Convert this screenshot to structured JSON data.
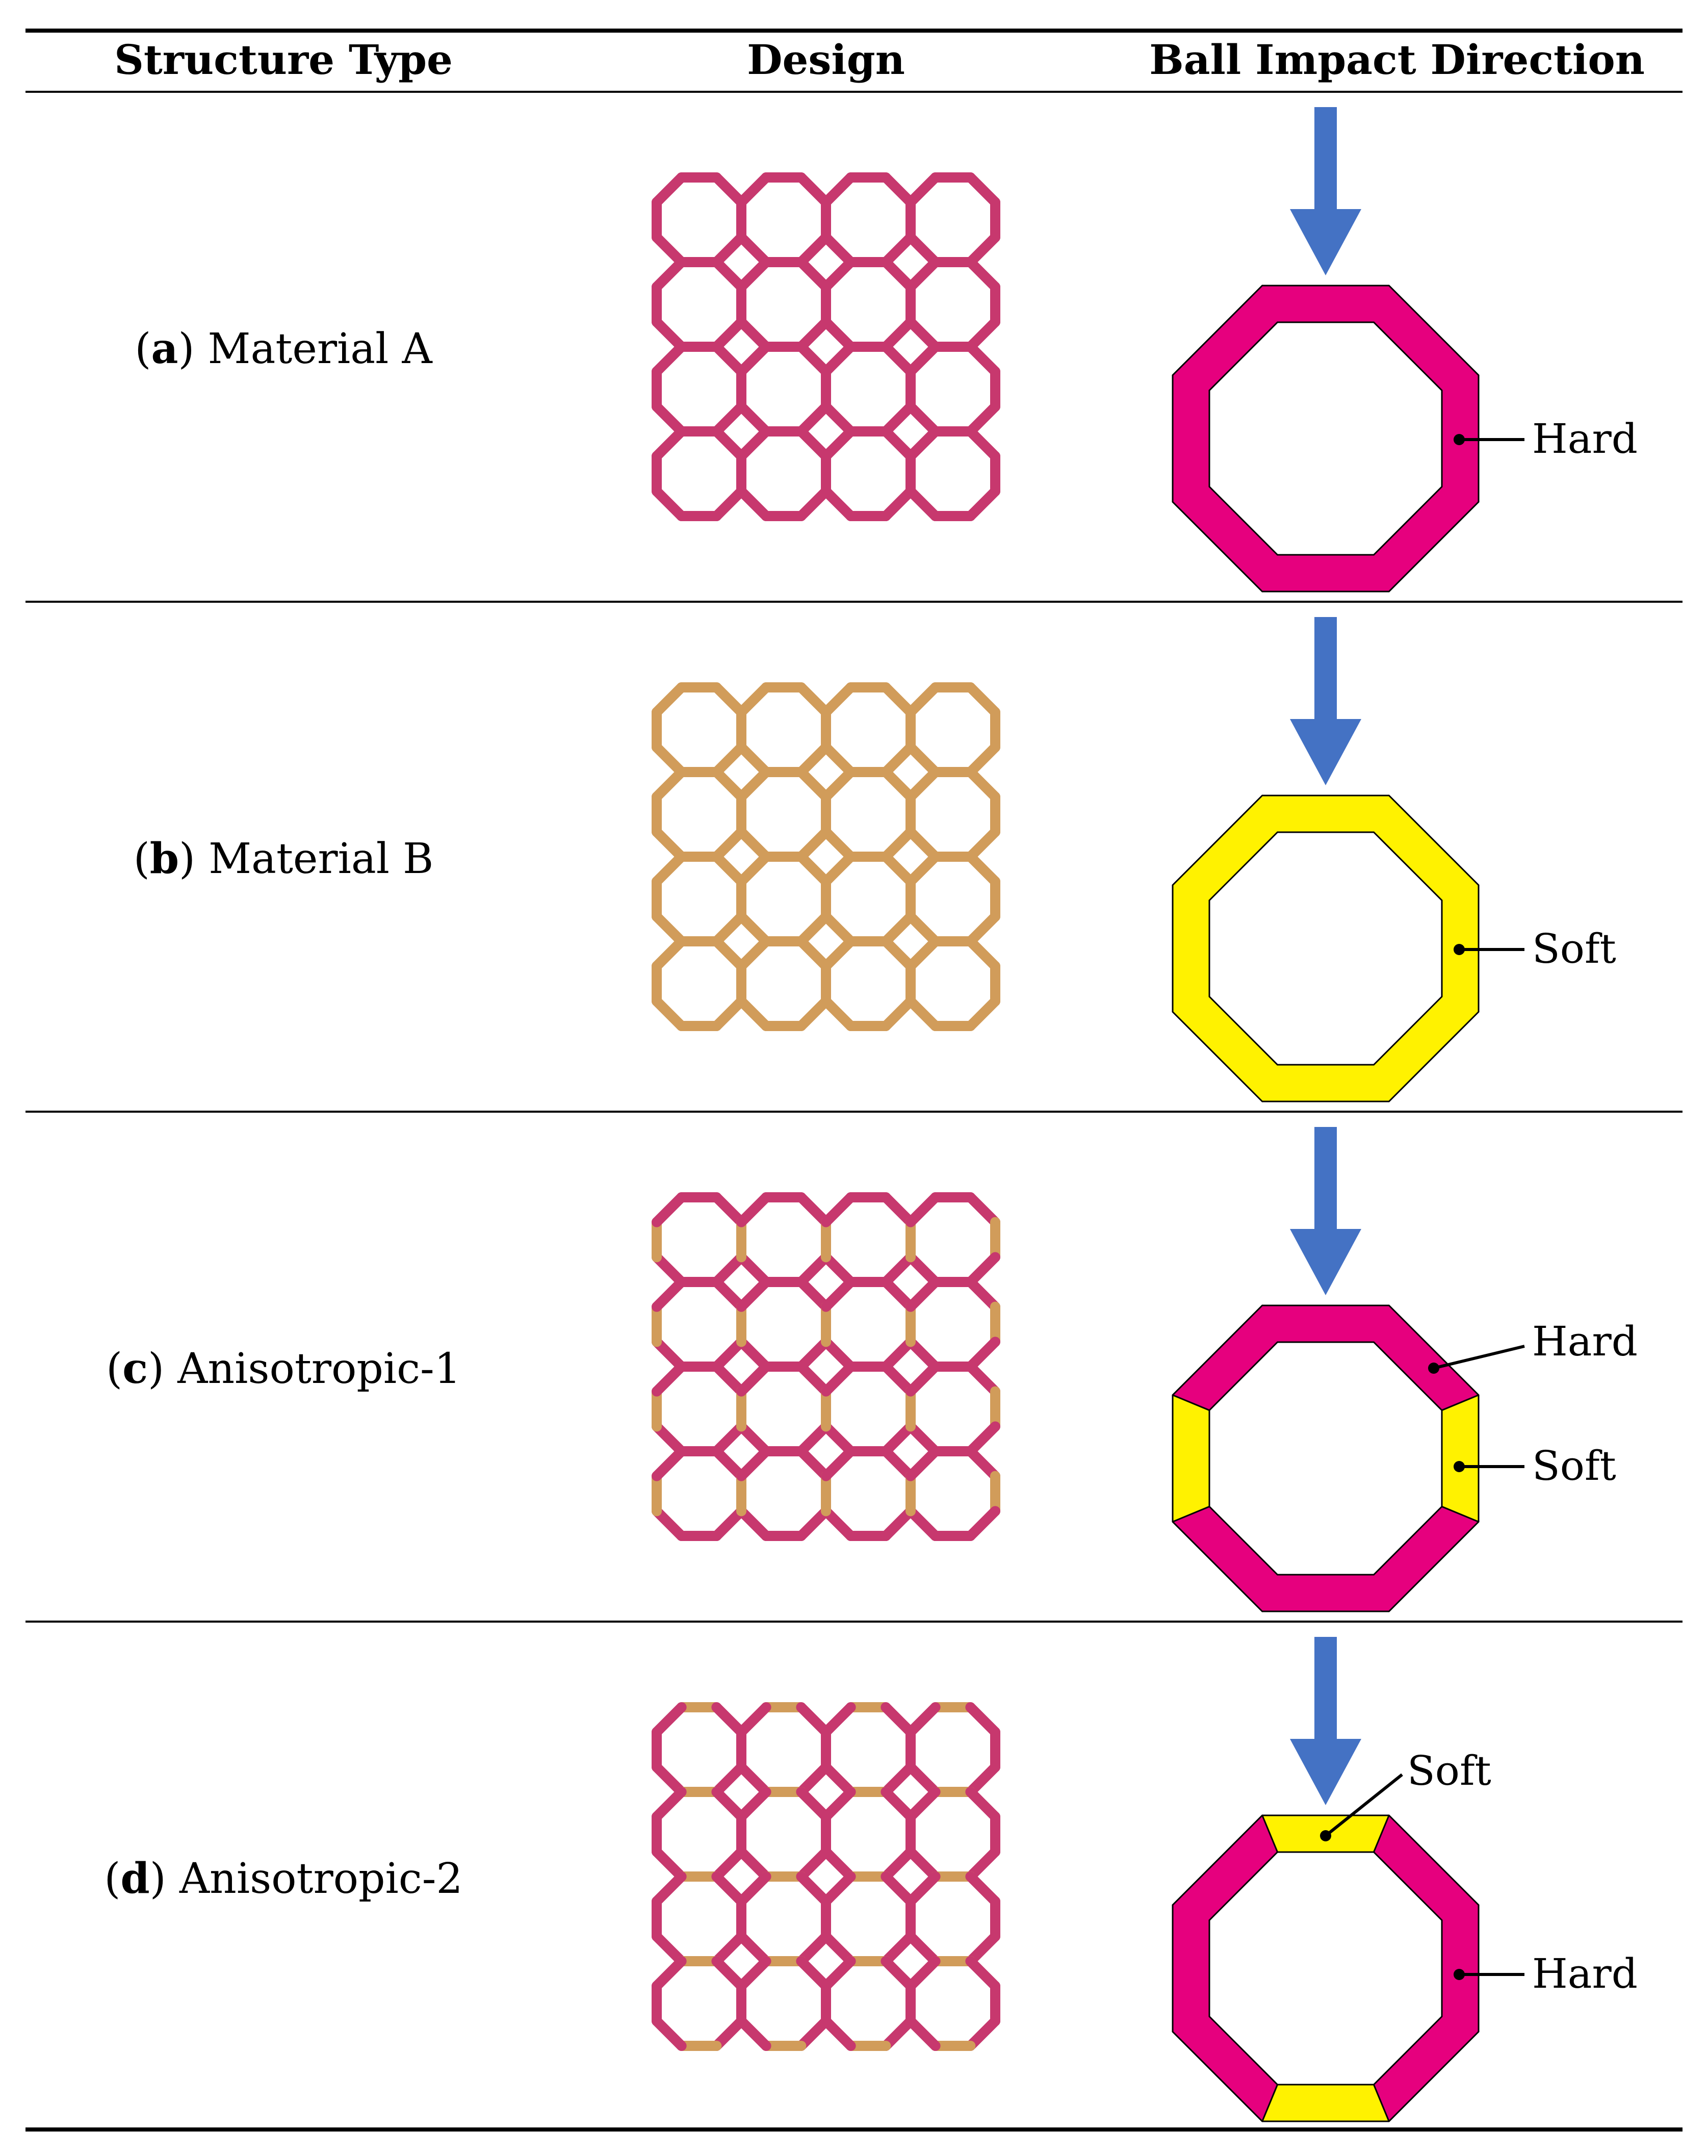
{
  "table": {
    "headers": {
      "structure_type": "Structure Type",
      "design": "Design",
      "ball_impact_direction": "Ball Impact Direction"
    },
    "rows": [
      {
        "letter": "a",
        "name": "Material A",
        "pattern": "all-hard",
        "annotations": [
          {
            "text": "Hard"
          }
        ]
      },
      {
        "letter": "b",
        "name": "Material B",
        "pattern": "all-soft",
        "annotations": [
          {
            "text": "Soft"
          }
        ]
      },
      {
        "letter": "c",
        "name": "Anisotropic-1",
        "pattern": "vertical-soft",
        "annotations": [
          {
            "text": "Hard"
          },
          {
            "text": "Soft"
          }
        ]
      },
      {
        "letter": "d",
        "name": "Anisotropic-2",
        "pattern": "horizontal-soft",
        "annotations": [
          {
            "text": "Soft"
          },
          {
            "text": "Hard"
          }
        ]
      }
    ]
  },
  "colors": {
    "hard_lattice": "#c7386e",
    "soft_lattice": "#d19c5a",
    "hard_cell": "#e6007e",
    "soft_cell": "#fff200",
    "arrow": "#4472c4"
  },
  "icons": {
    "impact_arrow": "arrow-down-icon"
  }
}
